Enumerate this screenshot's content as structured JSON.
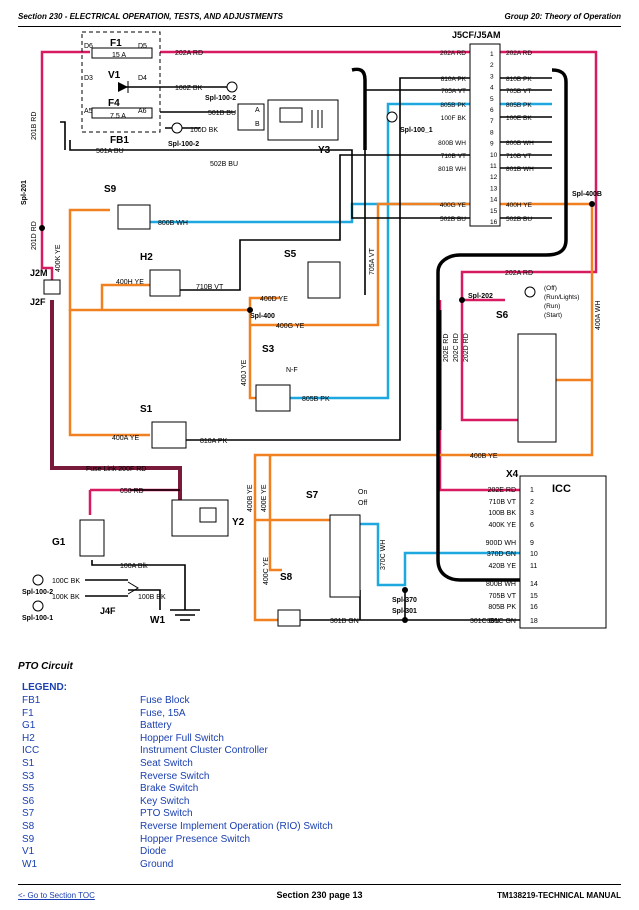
{
  "header": {
    "left": "Section 230 - ELECTRICAL OPERATION, TESTS, AND ADJUSTMENTS",
    "right": "Group 20: Theory of Operation"
  },
  "diagram": {
    "fuse_block": {
      "f1": "F1",
      "f1_amp": "15 A",
      "v1": "V1",
      "f4": "F4",
      "f4_amp": "7.5 A",
      "fb1": "FB1",
      "d6": "D6",
      "d5": "D5",
      "d3": "D3",
      "d4": "D4",
      "a5": "A5",
      "a6": "A6"
    },
    "connector_j5": {
      "name": "J5CF/J5AM",
      "pins": [
        "1",
        "2",
        "3",
        "4",
        "5",
        "6",
        "7",
        "8",
        "9",
        "10",
        "11",
        "12",
        "13",
        "14",
        "15",
        "16"
      ],
      "left_wires": [
        "202A RD",
        "810A PK",
        "705A VT",
        "805B PK",
        "100F BK",
        "800B WH",
        "710B VT",
        "801B WH",
        "400G YE",
        "502B BU"
      ],
      "right_wires": [
        "202A RD",
        "810B PK",
        "705B VT",
        "805B PK",
        "100E BK",
        "800B WH",
        "710B VT",
        "801B WH",
        "400H YE",
        "502B BU"
      ]
    },
    "wires": {
      "w202a": "202A RD",
      "w100z": "100Z BK",
      "w501b": "501B BU",
      "w100d": "100D BK",
      "w501a": "501A BU",
      "w502b": "502B BU",
      "w201b": "201B RD",
      "w201d": "201D RD",
      "w400k": "400K YE",
      "w800b": "800B WH",
      "w400h": "400H YE",
      "w710b": "710B VT",
      "w400d": "400D YE",
      "w400g": "400G YE",
      "w705a": "705A VT",
      "w400j": "400J YE",
      "w805b": "805B PK",
      "w400a": "400A YE",
      "w810a": "810A PK",
      "wfuse": "Fuse Link 200F RD",
      "w050": "050 RD",
      "w100a": "100A Blk",
      "w100c": "100C BK",
      "w100k": "100K BK",
      "w100b": "100B BK",
      "w202e": "202E RD",
      "w202c": "202C RD",
      "w202d": "202D RD",
      "w400aw": "400A WH",
      "w400b": "400B YE",
      "w400by": "400B YE",
      "w400e": "400E YE",
      "w400c": "400C YE",
      "w370c": "370C WH",
      "w301b": "301B GN",
      "w301c": "301C GN"
    },
    "splices": {
      "s201": "Spl-201",
      "s400": "Spl-400",
      "s400b": "Spl-400B",
      "s202": "Spl-202",
      "s100_2a": "Spl-100-2",
      "s100_2b": "Spl-100-2",
      "s100_1": "Spl-100_1",
      "s100_2c": "Spl-100-2",
      "s100_1b": "Spl-100-1",
      "s370": "Spl-370",
      "s301": "Spl-301"
    },
    "components": {
      "y3": "Y3",
      "s9": "S9",
      "h2": "H2",
      "s5": "S5",
      "s3": "S3",
      "s1": "S1",
      "s6": "S6",
      "s7": "S7",
      "s8": "S8",
      "g1": "G1",
      "y2": "Y2",
      "w1": "W1",
      "j2m": "J2M",
      "j2f": "J2F",
      "j4f": "J4F",
      "x4": "X4",
      "icc": "ICC",
      "nf": "N-F",
      "on": "On",
      "off": "Off",
      "s6_pos": [
        "(Off)",
        "(Run/Lights)",
        "(Run)",
        "(Start)"
      ]
    },
    "icc_pins": {
      "nums": [
        "1",
        "2",
        "3",
        "6",
        "9",
        "10",
        "11",
        "14",
        "15",
        "16",
        "18"
      ],
      "wires": [
        "202E RD",
        "710B VT",
        "100B BK",
        "400K YE",
        "900D WH",
        "370D GN",
        "420B YE",
        "800B WH",
        "705B VT",
        "805B PK",
        "301C GN"
      ]
    }
  },
  "caption": "PTO Circuit",
  "legend": {
    "title": "LEGEND:",
    "items": [
      {
        "code": "FB1",
        "desc": "Fuse Block"
      },
      {
        "code": "F1",
        "desc": "Fuse, 15A"
      },
      {
        "code": "G1",
        "desc": "Battery"
      },
      {
        "code": "H2",
        "desc": "Hopper Full Switch"
      },
      {
        "code": "ICC",
        "desc": "Instrument Cluster Controller"
      },
      {
        "code": "S1",
        "desc": "Seat Switch"
      },
      {
        "code": "S3",
        "desc": "Reverse Switch"
      },
      {
        "code": "S5",
        "desc": "Brake Switch"
      },
      {
        "code": "S6",
        "desc": "Key Switch"
      },
      {
        "code": "S7",
        "desc": "PTO Switch"
      },
      {
        "code": "S8",
        "desc": "Reverse Implement Operation (RIO) Switch"
      },
      {
        "code": "S9",
        "desc": "Hopper Presence Switch"
      },
      {
        "code": "V1",
        "desc": "Diode"
      },
      {
        "code": "W1",
        "desc": "Ground"
      }
    ]
  },
  "footer": {
    "left": "<- Go to Section TOC",
    "center": "Section 230 page 13",
    "right": "TM138219-TECHNICAL MANUAL"
  },
  "colors": {
    "red": "#d81b60",
    "orange": "#f08020",
    "blue": "#1fa8e0",
    "black": "#000000",
    "dark_red": "#7a1a3a"
  }
}
